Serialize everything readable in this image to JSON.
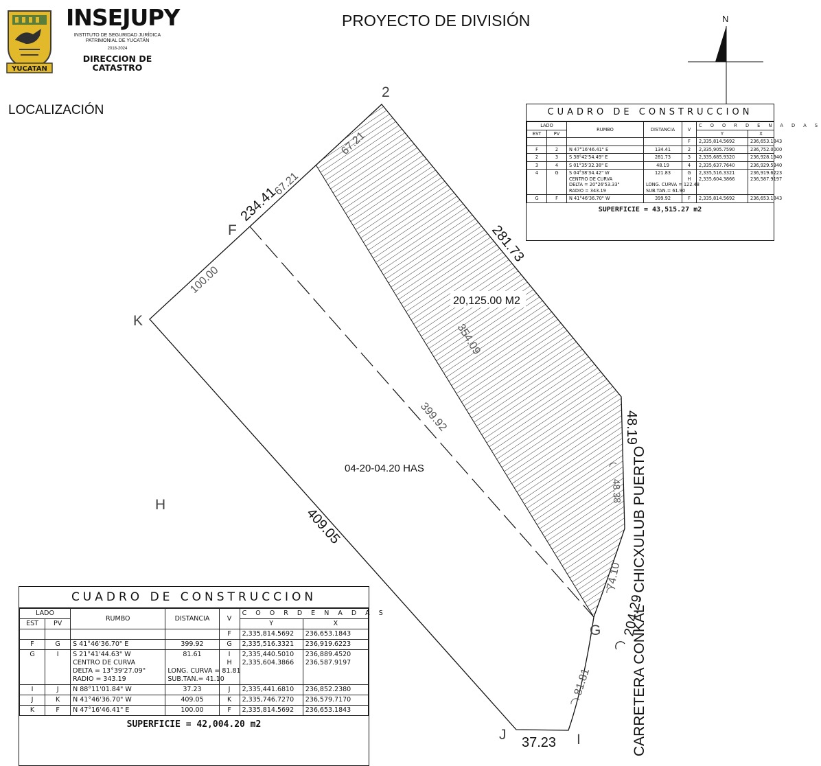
{
  "header": {
    "brand": "INSEJUPY",
    "subtitle_1": "INSTITUTO DE SEGURIDAD JURÍDICA",
    "subtitle_2": "PATRIMONIAL DE YUCATÁN",
    "years": "2018-2024",
    "dept_1": "DIRECCION DE",
    "dept_2": "CATASTRO",
    "logo_banner": "YUCATAN",
    "title": "PROYECTO DE DIVISIÓN"
  },
  "location_label": "LOCALIZACIÓN",
  "north_label": "N",
  "plan": {
    "vertices": {
      "v2": "2",
      "F": "F",
      "K": "K",
      "H": "H",
      "G": "G",
      "J": "J",
      "I": "I"
    },
    "dims": {
      "d_234_41": "234.41",
      "d_67_21_a": "67.21",
      "d_67_21_b": "67.21",
      "d_281_73": "281.73",
      "d_100_00": "100.00",
      "d_354_09": "354.09",
      "d_399_92": "399.92",
      "d_48_19": "48.19",
      "d_48_38": "48.38",
      "d_409_05": "409.05",
      "d_74_10": "74.10",
      "d_204_29": "204.29",
      "d_81_81": "81.81",
      "d_37_23": "37.23"
    },
    "area_hatched": "20,125.00 M2",
    "area_main": "04-20-04.20 HAS",
    "road": "CARRETERA CONKAL - CHICXULUB PUERTO"
  },
  "table_top": {
    "title": "CUADRO  DE  CONSTRUCCION",
    "headers": {
      "lado": "LADO",
      "est": "EST",
      "pv": "PV",
      "rumbo": "RUMBO",
      "distancia": "DISTANCIA",
      "v": "V",
      "coordenadas": "C O O R D E N A D A S",
      "y": "Y",
      "x": "X"
    },
    "first_v": "F",
    "first_y": "2,335,814.5692",
    "first_x": "236,653.1843",
    "rows": [
      {
        "est": "F",
        "pv": "2",
        "rumbo": "N  47°16'46.41\"  E",
        "dist": "134.41",
        "v": "2",
        "y": "2,335,905.7590",
        "x": "236,752.0000"
      },
      {
        "est": "2",
        "pv": "3",
        "rumbo": "S  38°42'54.49\"  E",
        "dist": "281.73",
        "v": "3",
        "y": "2,335,685.9320",
        "x": "236,928.1940"
      },
      {
        "est": "3",
        "pv": "4",
        "rumbo": "S  01°35'32.38\"  E",
        "dist": "48.19",
        "v": "4",
        "y": "2,335,637.7640",
        "x": "236,929.5340"
      },
      {
        "est": "4",
        "pv": "G",
        "rumbo": "S  04°38'34.42\"  W",
        "rumbo2": "CENTRO  DE  CURVA",
        "rumbo3": "DELTA  =  20°26'53.33\"",
        "rumbo4": "RADIO  =  343.19",
        "dist": "121.83",
        "dist3": "LONG.  CURVA  =  122.48",
        "dist4": "SUB.TAN.=  61.90",
        "v": "G",
        "v2": "H",
        "y": "2,335,516.3321",
        "y2": "2,335,604.3866",
        "x": "236,919.6223",
        "x2": "236,587.9197"
      },
      {
        "est": "G",
        "pv": "F",
        "rumbo": "N  41°46'36.70\"  W",
        "dist": "399.92",
        "v": "F",
        "y": "2,335,814.5692",
        "x": "236,653.1843"
      }
    ],
    "superficie": "SUPERFICIE  =  43,515.27  m2"
  },
  "table_bottom": {
    "title": "CUADRO  DE  CONSTRUCCION",
    "headers": {
      "lado": "LADO",
      "est": "EST",
      "pv": "PV",
      "rumbo": "RUMBO",
      "distancia": "DISTANCIA",
      "v": "V",
      "coordenadas": "C O O R D E N A D A S",
      "y": "Y",
      "x": "X"
    },
    "first_v": "F",
    "first_y": "2,335,814.5692",
    "first_x": "236,653.1843",
    "rows": [
      {
        "est": "F",
        "pv": "G",
        "rumbo": "S  41°46'36.70\"  E",
        "dist": "399.92",
        "v": "G",
        "y": "2,335,516.3321",
        "x": "236,919.6223"
      },
      {
        "est": "G",
        "pv": "I",
        "rumbo": "S  21°41'44.63\"  W",
        "rumbo2": "CENTRO  DE  CURVA",
        "rumbo3": "DELTA  =  13°39'27.09\"",
        "rumbo4": "RADIO  =  343.19",
        "dist": "81.61",
        "dist3": "LONG.  CURVA  =  81.81",
        "dist4": "SUB.TAN.=  41.10",
        "v": "I",
        "v2": "H",
        "y": "2,335,440.5010",
        "y2": "2,335,604.3866",
        "x": "236,889.4520",
        "x2": "236,587.9197"
      },
      {
        "est": "I",
        "pv": "J",
        "rumbo": "N  88°11'01.84\"  W",
        "dist": "37.23",
        "v": "J",
        "y": "2,335,441.6810",
        "x": "236,852.2380"
      },
      {
        "est": "J",
        "pv": "K",
        "rumbo": "N  41°46'36.70\"  W",
        "dist": "409.05",
        "v": "K",
        "y": "2,335,746.7270",
        "x": "236,579.7170"
      },
      {
        "est": "K",
        "pv": "F",
        "rumbo": "N  47°16'46.41\"  E",
        "dist": "100.00",
        "v": "F",
        "y": "2,335,814.5692",
        "x": "236,653.1843"
      }
    ],
    "superficie": "SUPERFICIE  =  42,004.20  m2"
  }
}
